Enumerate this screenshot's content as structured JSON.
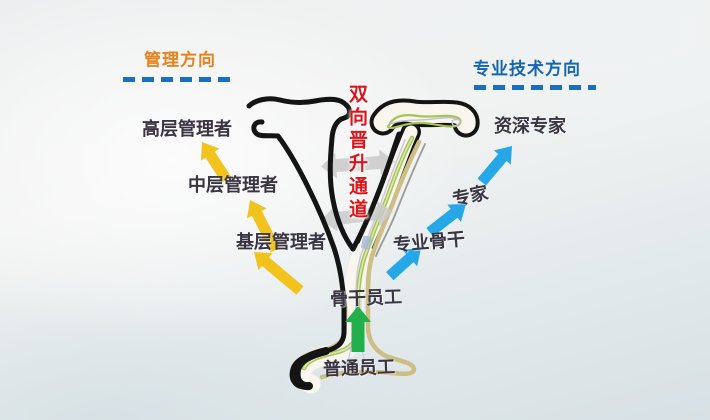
{
  "titles": {
    "management": "管理方向",
    "technical": "专业技术方向"
  },
  "channel": {
    "label": "双向晋升通道"
  },
  "management_track": {
    "levels": [
      "高层管理者",
      "中层管理者",
      "基层管理者"
    ]
  },
  "technical_track": {
    "levels": [
      "资深专家",
      "专家",
      "专业骨干"
    ]
  },
  "pipeline": {
    "backbone_label": "骨干员工",
    "entry_label": "普通员工"
  },
  "colors": {
    "management_title": "#E8821C",
    "technical_title": "#1566B0",
    "divider_blue": "#1B6FC1",
    "management_arrow_yellow": "#F1C31C",
    "technical_arrow_blue": "#25A7E8",
    "entry_arrow_green": "#23AF4C",
    "channel_arrow_gray": "#C9C9C9",
    "channel_text_red": "#DE1418",
    "label_dark": "#3A3542",
    "road_black": "#141414",
    "road_cream": "#F8F6EE",
    "road_green": "#A5C454",
    "road_green_light": "#E2ECBC",
    "road_tan": "#CCBE85",
    "road_lavender": "#C7C0DB"
  }
}
